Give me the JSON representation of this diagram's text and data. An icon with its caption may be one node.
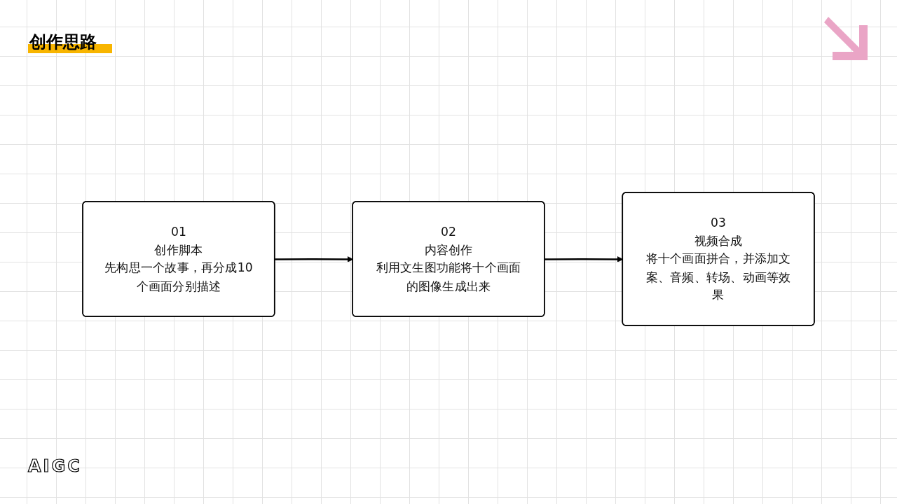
{
  "diagram": {
    "title": "创作思路",
    "nodes": [
      {
        "text": [
          "01",
          "创作脚本",
          "先构思一个故事，再分成10个画面分别描述"
        ]
      },
      {
        "text": [
          "02",
          "内容创作",
          "利用文生图功能将十个画面的图像生成出来"
        ]
      },
      {
        "text": [
          "03",
          "视频合成",
          "将十个画面拼合，并添加文案、音频、转场、动画等效果"
        ]
      }
    ],
    "edges": [
      {
        "from": 0,
        "to": 1,
        "arrow": "to"
      },
      {
        "from": 1,
        "to": 2,
        "arrow": "to"
      }
    ],
    "labels": [
      "AIGC"
    ]
  }
}
